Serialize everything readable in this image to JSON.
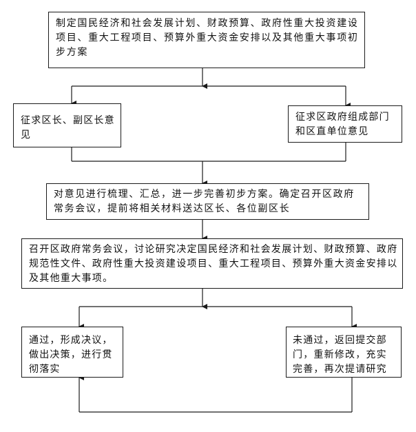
{
  "diagram": {
    "type": "flowchart",
    "nodes": [
      {
        "id": "plan",
        "text": "制定国民经济和社会发展计划、财政预算、政府性重大投资建设项目、重大工程项目、预算外重大资金安排以及其他重大事项初步方案"
      },
      {
        "id": "leaders",
        "text": "征求区长、副区长意见"
      },
      {
        "id": "depts",
        "text": "征求区政府组成部门和区直单位意见"
      },
      {
        "id": "review",
        "text": "对意见进行梳理、汇总，进一步完善初步方案。确定召开区政府常务会议，提前将相关材料送达区长、各位副区长"
      },
      {
        "id": "meeting",
        "text": "召开区政府常务会议，讨论研究决定国民经济和社会发展计划、财政预算、政府规范性文件、政府性重大投资建设项目、重大工程项目、预算外重大资金安排以及其他重大事项。"
      },
      {
        "id": "pass",
        "text": "通过，形成决议，做出决策，进行贯彻落实"
      },
      {
        "id": "fail",
        "text": "未通过，返回提交部门，重新修改，充实完善，再次提请研究"
      }
    ],
    "edges": [
      {
        "from": "plan",
        "to": "leaders"
      },
      {
        "from": "plan",
        "to": "depts"
      },
      {
        "from": "leaders",
        "to": "review"
      },
      {
        "from": "depts",
        "to": "review"
      },
      {
        "from": "review",
        "to": "meeting"
      },
      {
        "from": "meeting",
        "to": "pass"
      },
      {
        "from": "meeting",
        "to": "fail"
      },
      {
        "from": "fail",
        "to": "pass"
      }
    ],
    "colors": {
      "line": "#1a1a1a",
      "background": "#ffffff",
      "text": "#111111"
    }
  }
}
